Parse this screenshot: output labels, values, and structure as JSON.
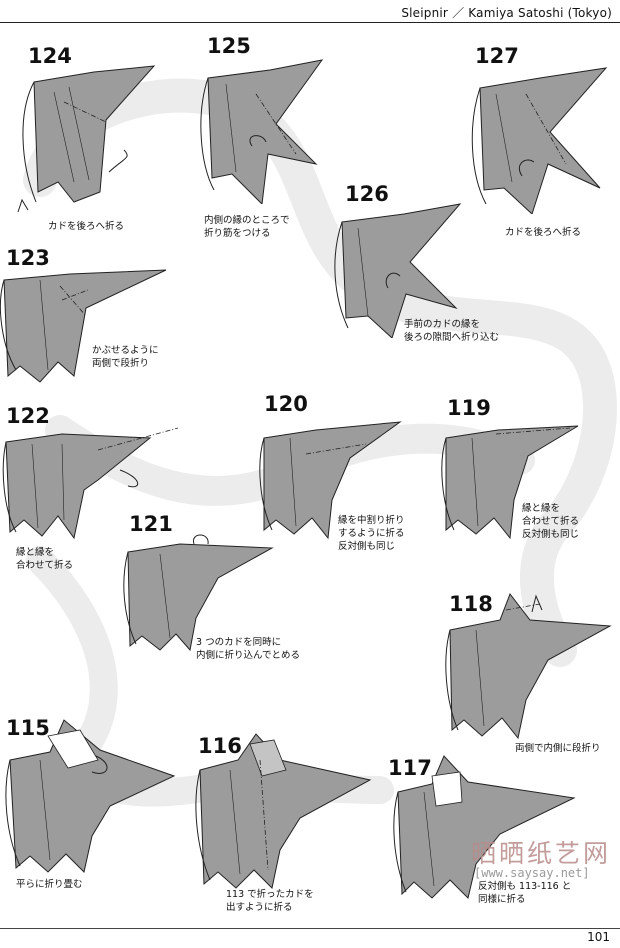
{
  "header": {
    "title": "Sleipnir ／ Kamiya Satoshi (Tokyo)"
  },
  "page_number": "101",
  "watermark": {
    "brand": "晒晒纸艺网",
    "url": "[www.saysay.net]"
  },
  "steps": [
    {
      "number": "124",
      "note": [
        "カドを後ろへ折る"
      ]
    },
    {
      "number": "125",
      "note": [
        "内側の縁のところで",
        "折り筋をつける"
      ]
    },
    {
      "number": "126",
      "note": [
        "手前のカドの縁を",
        "後ろの隙間へ折り込む"
      ]
    },
    {
      "number": "127",
      "note": [
        "カドを後ろへ折る"
      ]
    },
    {
      "number": "123",
      "note": [
        "かぶせるように",
        "両側で段折り"
      ]
    },
    {
      "number": "122",
      "note": [
        "縁と縁を",
        "合わせて折る"
      ]
    },
    {
      "number": "120",
      "note": [
        "縁を中割り折り",
        "するように折る",
        "反対側も同じ"
      ]
    },
    {
      "number": "119",
      "note": [
        "縁と縁を",
        "合わせて折る",
        "反対側も同じ"
      ]
    },
    {
      "number": "121",
      "note": [
        "3 つのカドを同時に",
        "内側に折り込んでとめる"
      ]
    },
    {
      "number": "118",
      "note": [
        "両側で内側に段折り"
      ]
    },
    {
      "number": "115",
      "note": [
        "平らに折り畳む"
      ]
    },
    {
      "number": "116",
      "note": [
        "113 で折ったカドを",
        "出すように折る"
      ]
    },
    {
      "number": "117",
      "note": [
        "反対側も 113-116 と",
        "同様に折る"
      ]
    }
  ],
  "colors": {
    "paper": "#9c9c9c",
    "paper_dark": "#7a7a7a",
    "paper_light": "#c4c4c4",
    "ribbon": "#e9e9e9",
    "line": "#222222",
    "watermark": "#b98b8b"
  },
  "icons": [
    "fold-arrow-icon",
    "return-arrow-icon",
    "crease-line-icon"
  ]
}
